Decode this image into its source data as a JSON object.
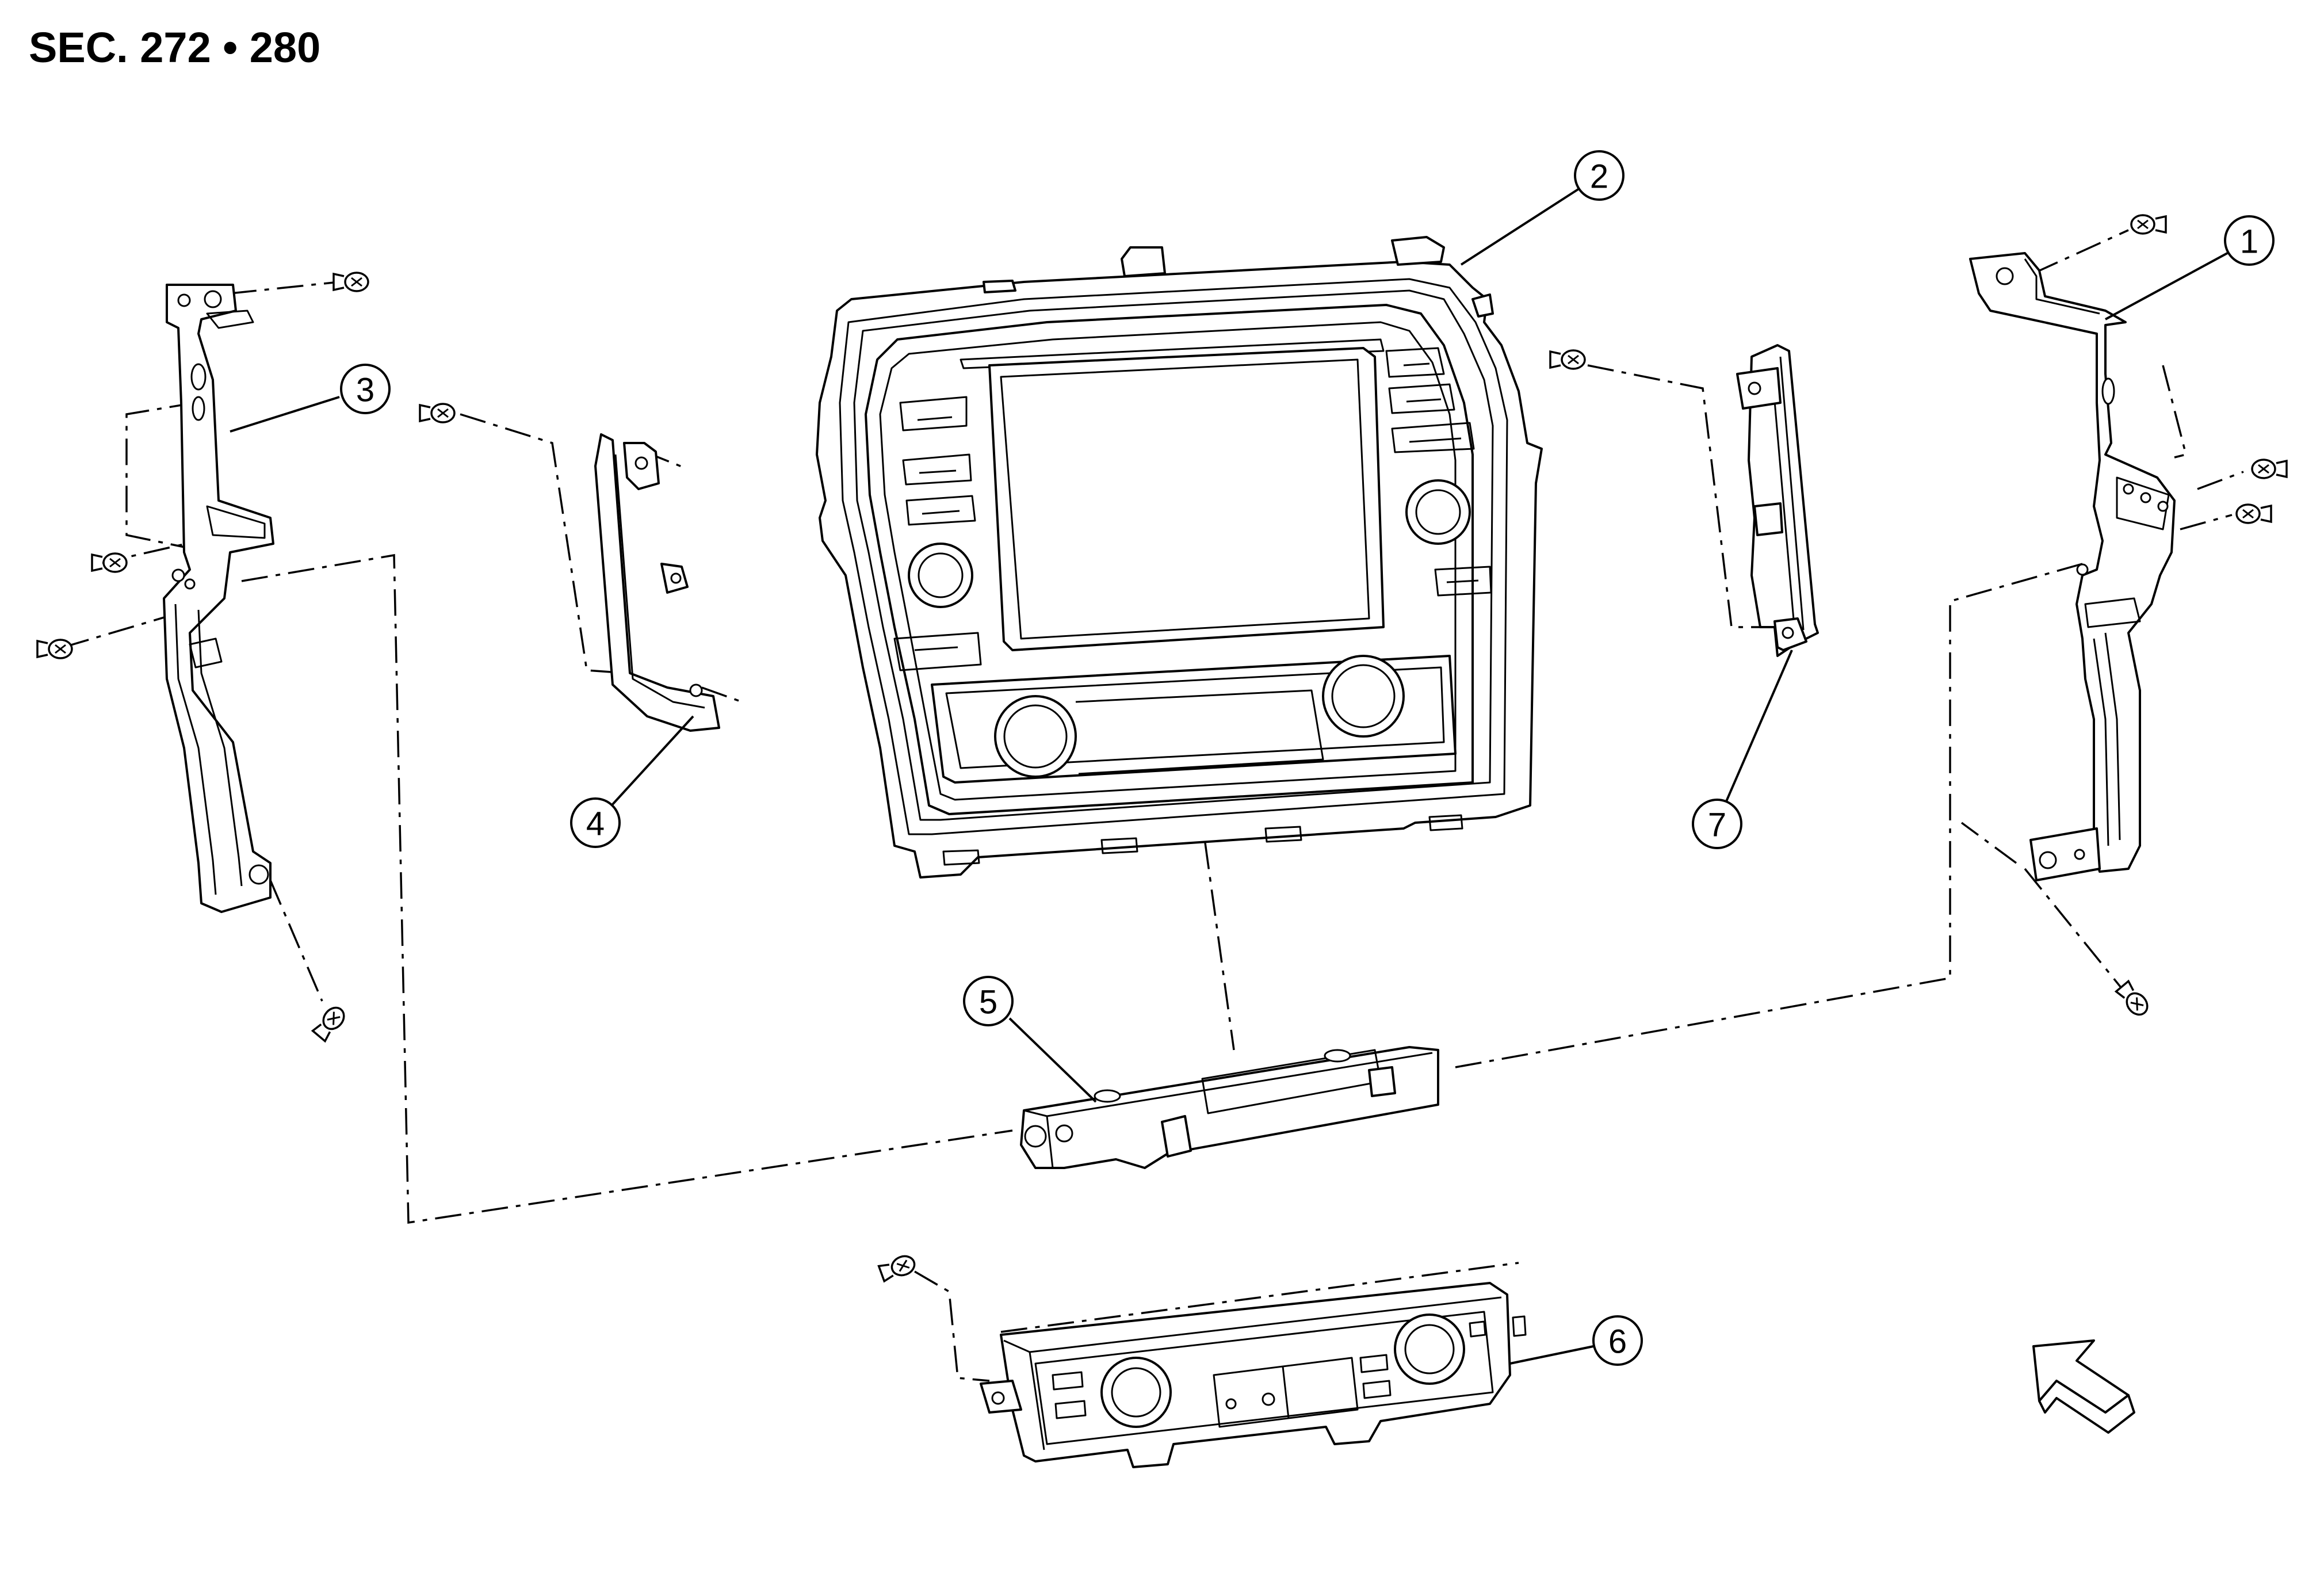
{
  "title": "SEC. 272 • 280",
  "callouts": [
    {
      "number": "1",
      "part": "bracket (right)"
    },
    {
      "number": "2",
      "part": "display / audio unit"
    },
    {
      "number": "3",
      "part": "bracket (left)"
    },
    {
      "number": "4",
      "part": "side bracket (left)"
    },
    {
      "number": "5",
      "part": "control unit"
    },
    {
      "number": "6",
      "part": "A/C control panel"
    },
    {
      "number": "7",
      "part": "side bracket (right)"
    }
  ],
  "fasteners": {
    "screw_icon": "screw-icon",
    "count": 11
  },
  "front_arrow": {
    "icon": "front-arrow-icon",
    "meaning": "vehicle front"
  },
  "colors": {
    "line": "#000000",
    "background": "#ffffff"
  }
}
